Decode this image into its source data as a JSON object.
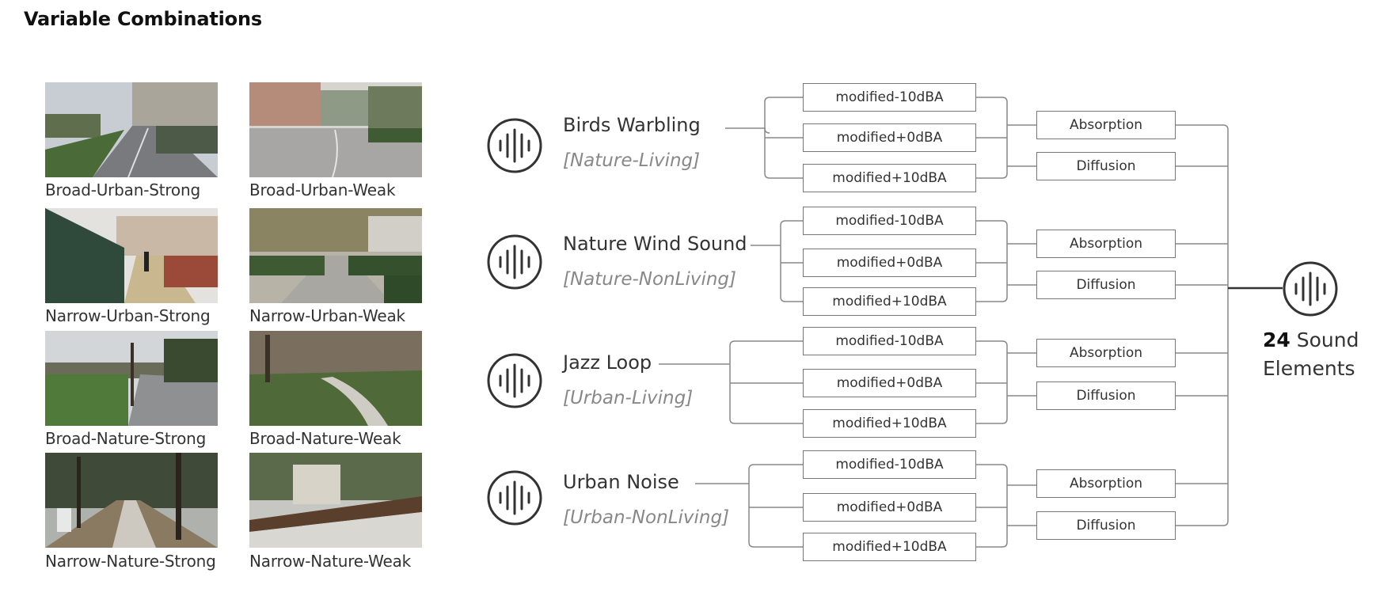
{
  "title": "Variable Combinations",
  "photos": [
    {
      "label": "Broad-Urban-Strong"
    },
    {
      "label": "Broad-Urban-Weak"
    },
    {
      "label": "Narrow-Urban-Strong"
    },
    {
      "label": "Narrow-Urban-Weak"
    },
    {
      "label": "Broad-Nature-Strong"
    },
    {
      "label": "Broad-Nature-Weak"
    },
    {
      "label": "Narrow-Nature-Strong"
    },
    {
      "label": "Narrow-Nature-Weak"
    }
  ],
  "sounds": [
    {
      "name": "Birds Warbling",
      "category": "[Nature-Living]",
      "levels": [
        "modified-10dBA",
        "modified+0dBA",
        "modified+10dBA"
      ],
      "effects": [
        "Absorption",
        "Diffusion"
      ]
    },
    {
      "name": "Nature Wind Sound",
      "category": "[Nature-NonLiving]",
      "levels": [
        "modified-10dBA",
        "modified+0dBA",
        "modified+10dBA"
      ],
      "effects": [
        "Absorption",
        "Diffusion"
      ]
    },
    {
      "name": "Jazz Loop",
      "category": "[Urban-Living]",
      "levels": [
        "modified-10dBA",
        "modified+0dBA",
        "modified+10dBA"
      ],
      "effects": [
        "Absorption",
        "Diffusion"
      ]
    },
    {
      "name": "Urban Noise",
      "category": "[Urban-NonLiving]",
      "levels": [
        "modified-10dBA",
        "modified+0dBA",
        "modified+10dBA"
      ],
      "effects": [
        "Absorption",
        "Diffusion"
      ]
    }
  ],
  "result": {
    "count": "24",
    "text_1": " Sound",
    "text_2": "Elements"
  },
  "icon_name": "sound-wave-icon"
}
